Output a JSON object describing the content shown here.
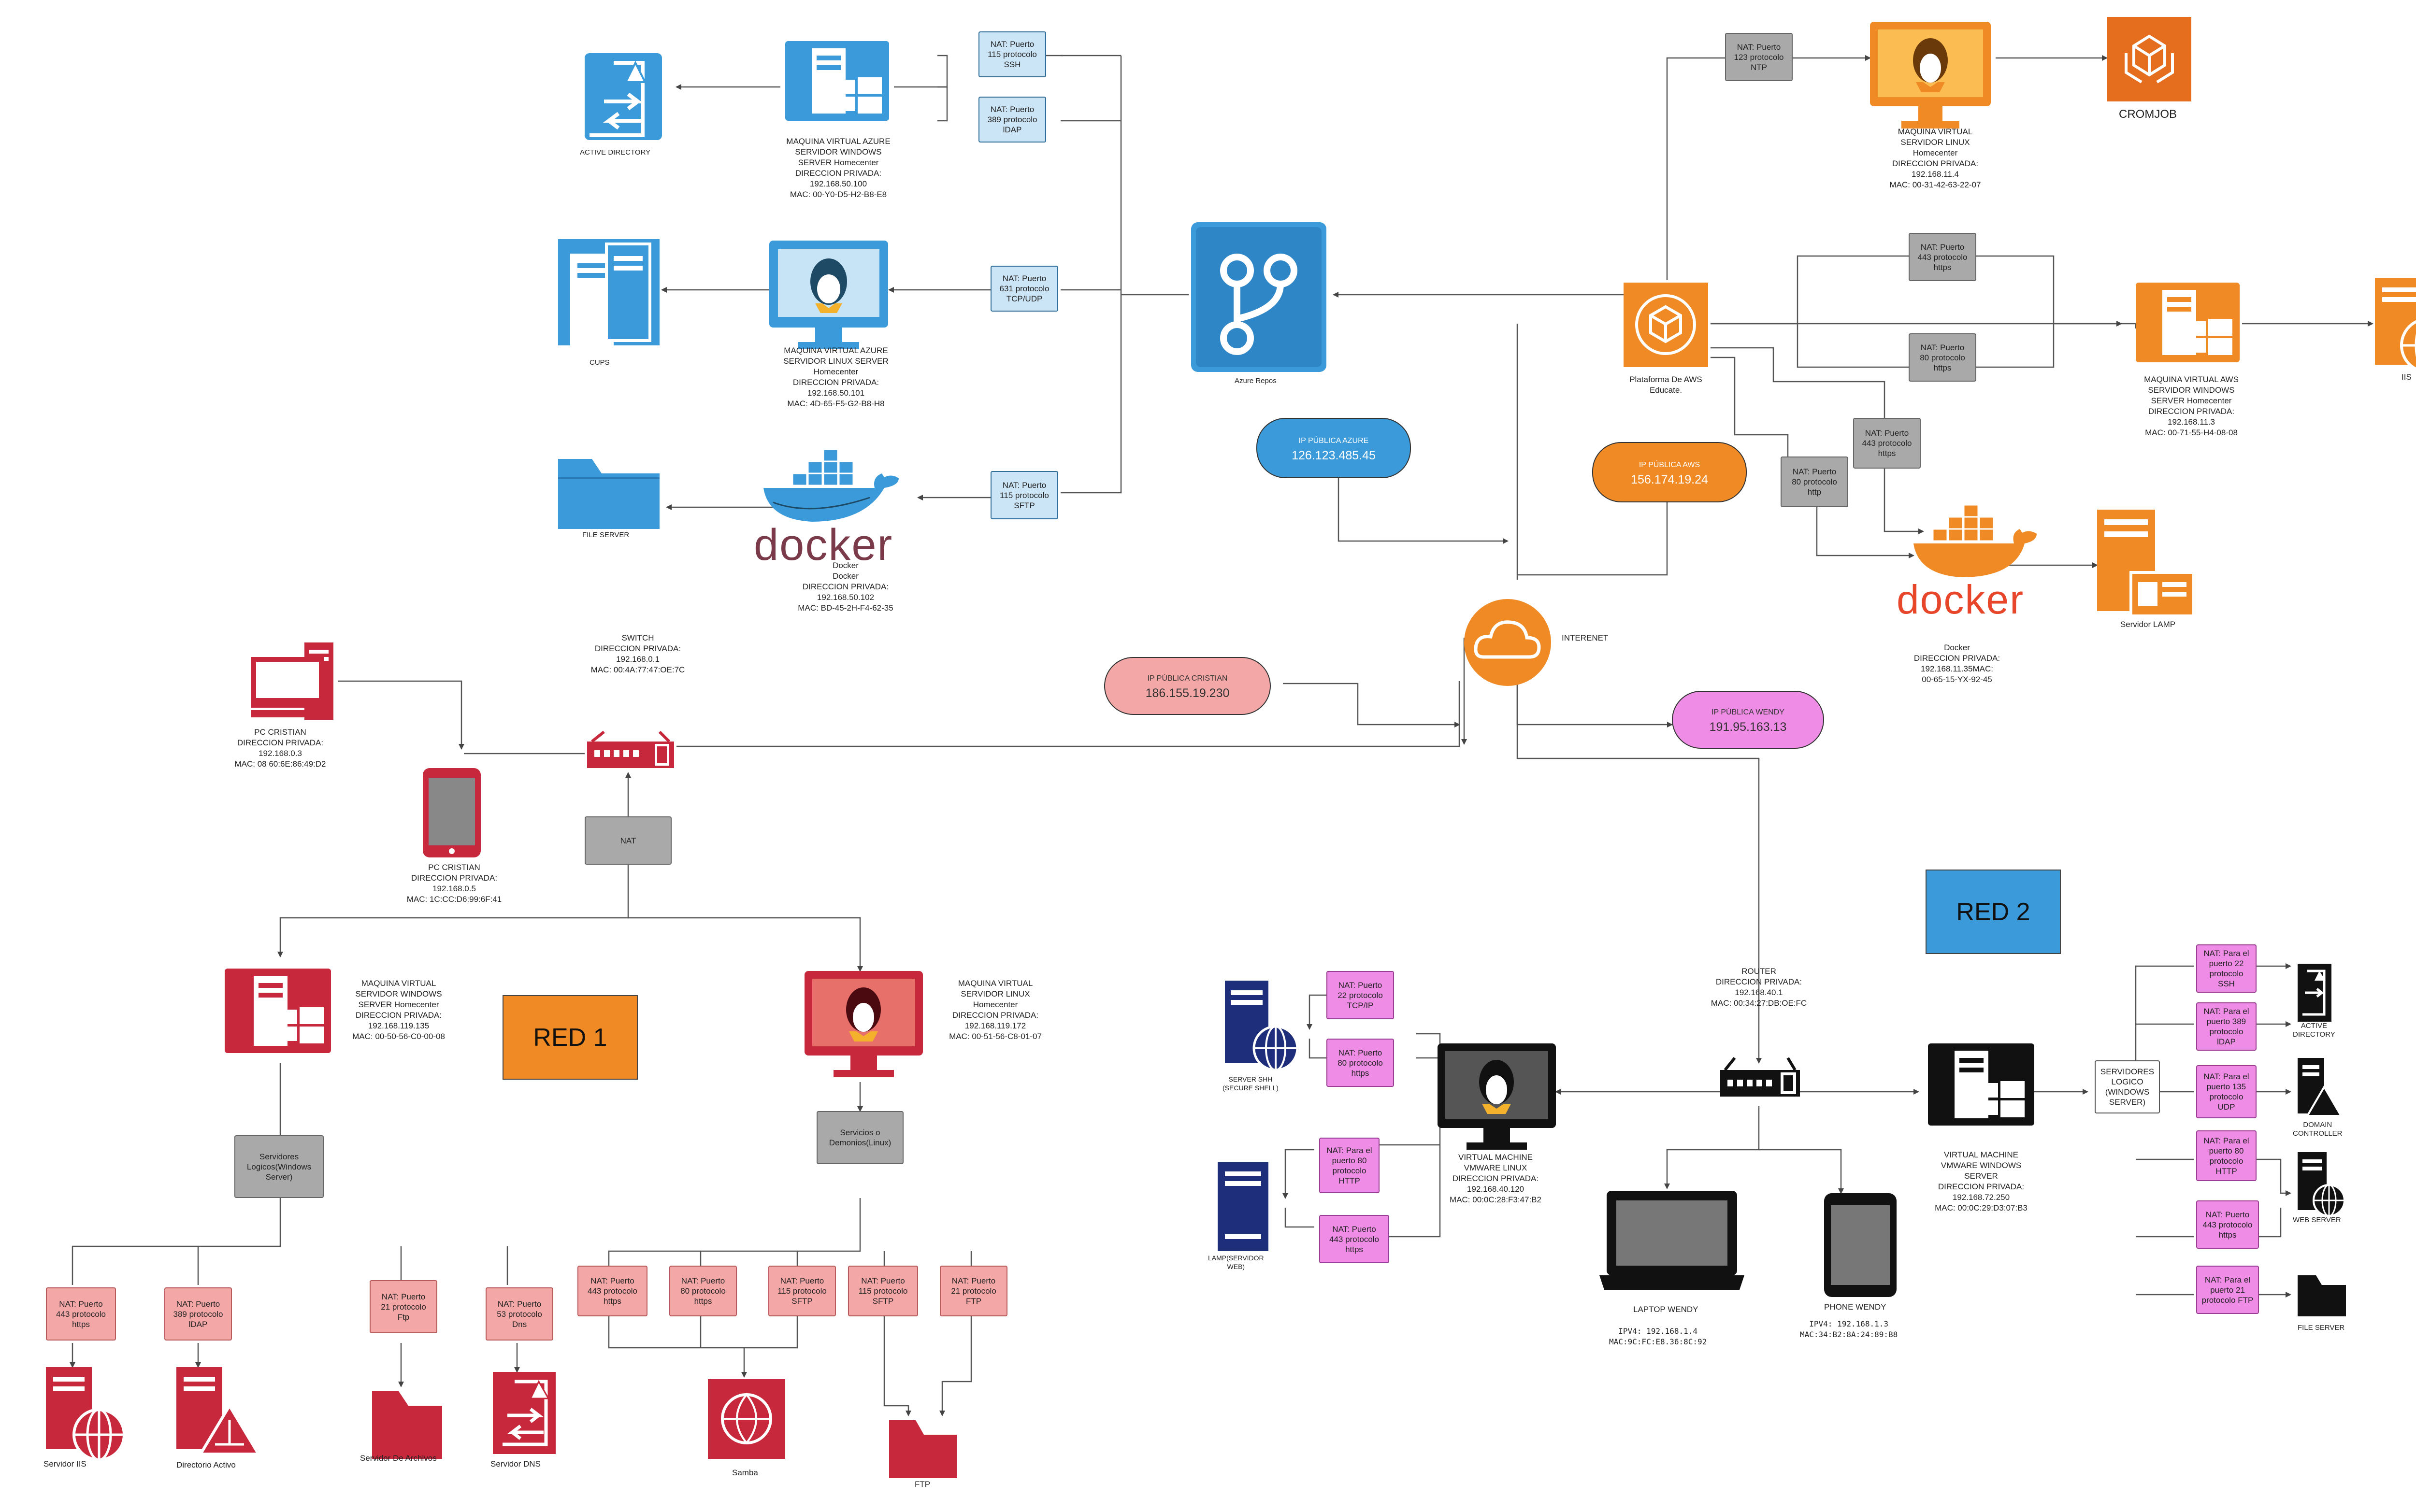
{
  "colors": {
    "azure": "#3b9ad9",
    "aws": "#f08a24",
    "red": "#c8283c",
    "black": "#111111",
    "magenta": "#ee8ce6",
    "salmon": "#f4a7a7"
  },
  "cloud": {
    "azure_repos": "Azure Repos",
    "aws_platform": "Plataforma De AWS\nEducate.",
    "internet": "INTERENET",
    "cromjob": "CROMJOB"
  },
  "azure": {
    "windows_vm": "MAQUINA VIRTUAL AZURE\nSERVIDOR WINDOWS\nSERVER Homecenter\nDIRECCION PRIVADA:\n192.168.50.100\nMAC: 00-Y0-D5-H2-B8-E8",
    "linux_vm": "MAQUINA VIRTUAL AZURE\nSERVIDOR LINUX SERVER\nHomecenter\nDIRECCION PRIVADA:\n192.168.50.101\nMAC: 4D-65-F5-G2-B8-H8",
    "docker": "Docker\nDocker\nDIRECCION PRIVADA:\n192.168.50.102\nMAC: BD-45-2H-F4-62-35",
    "docker_word": "docker",
    "active_directory": "ACTIVE DIRECTORY",
    "cups": "CUPS",
    "file_server": "FILE SERVER",
    "nat_ssh": "NAT: Puerto\n115 protocolo\nSSH",
    "nat_ldap": "NAT: Puerto\n389 protocolo\nlDAP",
    "nat_tcp": "NAT: Puerto\n631 protocolo\nTCP/UDP",
    "nat_sftp": "NAT: Puerto\n115 protocolo\nSFTP",
    "ip_label": "IP PÚBLICA AZURE",
    "ip": "126.123.485.45"
  },
  "aws": {
    "linux_vm": "MAQUINA VIRTUAL\nSERVIDOR LINUX\nHomecenter\nDIRECCION PRIVADA:\n192.168.11.4\nMAC: 00-31-42-63-22-07",
    "windows_vm": "MAQUINA VIRTUAL AWS\nSERVIDOR WINDOWS\nSERVER Homecenter\nDIRECCION PRIVADA:\n192.168.11.3\nMAC: 00-71-55-H4-08-08",
    "docker": "Docker\nDIRECCION PRIVADA:\n192.168.11.35MAC:\n00-65-15-YX-92-45",
    "docker_word": "docker",
    "iis": "IIS",
    "lamp": "Servidor LAMP",
    "nat_ntp": "NAT: Puerto\n123 protocolo\nNTP",
    "nat_443a": "NAT: Puerto\n443 protocolo\nhttps",
    "nat_80a": "NAT: Puerto\n80 protocolo\nhttps",
    "nat_443b": "NAT: Puerto\n443 protocolo\nhttps",
    "nat_80b": "NAT: Puerto\n80 protocolo\nhttp",
    "ip_label": "IP PÚBLICA AWS",
    "ip": "156.174.19.24"
  },
  "red1": {
    "title": "RED 1",
    "pc": "PC CRISTIAN\nDIRECCION PRIVADA:\n192.168.0.3\nMAC: 08 60:6E:86:49:D2",
    "tablet": "PC CRISTIAN\nDIRECCION PRIVADA:\n192.168.0.5\nMAC: 1C:CC:D6:99:6F:41",
    "switch": "SWITCH\nDIRECCION PRIVADA:\n192.168.0.1\nMAC: 00:4A:77:47:OE:7C",
    "nat": "NAT",
    "windows_vm": "MAQUINA VIRTUAL\nSERVIDOR WINDOWS\nSERVER Homecenter\nDIRECCION PRIVADA:\n192.168.119.135\nMAC: 00-50-56-C0-00-08",
    "linux_vm": "MAQUINA VIRTUAL\nSERVIDOR LINUX\nHomecenter\nDIRECCION PRIVADA:\n192.168.119.172\nMAC: 00-51-56-C8-01-07",
    "logical": "Servidores\nLogicos(Windows\nServer)",
    "daemons": "Servicios o\nDemonios(Linux)",
    "nat_443": "NAT: Puerto\n443 protocolo\nhttps",
    "nat_389": "NAT: Puerto\n389 protocolo\nlDAP",
    "nat_21": "NAT: Puerto\n21 protocolo\nFtp",
    "nat_53": "NAT: Puerto\n53 protocolo\nDns",
    "nat_l443": "NAT: Puerto\n443 protocolo\nhttps",
    "nat_l80": "NAT: Puerto\n80 protocolo\nhttps",
    "nat_l115a": "NAT: Puerto\n115 protocolo\nSFTP",
    "nat_l115b": "NAT: Puerto\n115 protocolo\nSFTP",
    "nat_l21": "NAT: Puerto\n21 protocolo\nFTP",
    "iis": "Servidor IIS",
    "ad": "Directorio Activo",
    "files": "Servidor De Archivos",
    "dns": "Servidor DNS",
    "samba": "Samba",
    "ftp": "FTP",
    "ip_label": "IP PÚBLICA CRISTIAN",
    "ip": "186.155.19.230"
  },
  "red2": {
    "title": "RED 2",
    "router": "ROUTER\nDIRECCION PRIVADA:\n192.168.40.1\nMAC: 00:34:27:DB:OE:FC",
    "linux_vm": "VIRTUAL MACHINE\nVMWARE LINUX\nDIRECCION PRIVADA:\n192.168.40.120\nMAC: 00:0C:28:F3:47:B2",
    "windows_vm": "VIRTUAL MACHINE\nVMWARE WINDOWS\nSERVER\nDIRECCION PRIVADA:\n192.168.72.250\nMAC: 00:0C:29:D3:07:B3",
    "laptop": "LAPTOP WENDY",
    "laptop_addr": "IPV4: 192.168.1.4\nMAC:9C:FC:E8.36:8C:92",
    "phone": "PHONE WENDY",
    "phone_addr": "IPV4: 192.168.1.3\nMAC:34:B2:8A:24:89:B8",
    "ssh_server": "SERVER SHH\n(SECURE SHELL)",
    "lamp": "LAMP(SERVIDOR\nWEB)",
    "logical": "SERVIDORES\nLOGICO\n(WINDOWS\nSERVER)",
    "nat_22": "NAT: Puerto\n22 protocolo\nTCP/IP",
    "nat_80": "NAT: Puerto\n80 protocolo\nhttps",
    "nat_80http": "NAT: Para el\npuerto 80\nprotocolo\nHTTP",
    "nat_443": "NAT: Puerto\n443 protocolo\nhttps",
    "nat_w22": "NAT: Para el\npuerto 22\nprotocolo\nSSH",
    "nat_w389": "NAT: Para el\npuerto 389\nprotocolo\nlDAP",
    "nat_w135": "NAT: Para el\npuerto 135\nprotocolo\nUDP",
    "nat_w80": "NAT: Para el\npuerto 80\nprotocolo\nHTTP",
    "nat_w443": "NAT: Puerto\n443 protocolo\nhttps",
    "nat_w21": "NAT: Para el\npuerto 21\nprotocolo FTP",
    "ad": "ACTIVE\nDIRECTORY",
    "dc": "DOMAIN\nCONTROLLER",
    "web": "WEB SERVER",
    "file": "FILE SERVER",
    "ip_label": "IP PÚBLICA WENDY",
    "ip": "191.95.163.13"
  }
}
